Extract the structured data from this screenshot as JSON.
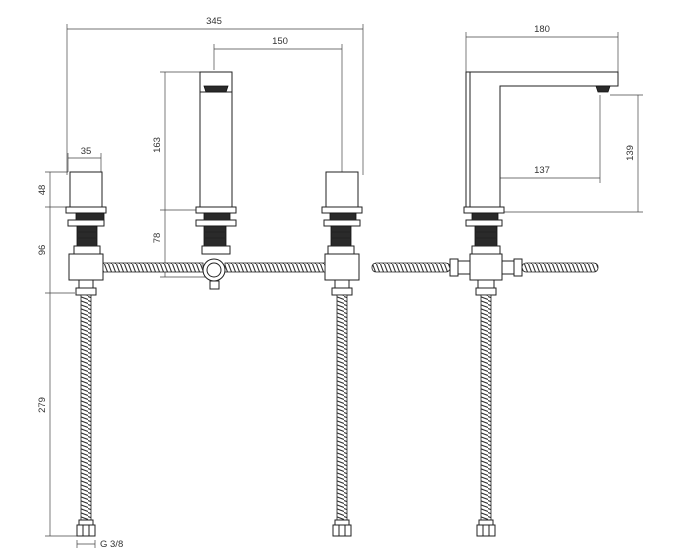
{
  "dimensions": {
    "total_width": "345",
    "center_to_spout": "150",
    "handle_width": "35",
    "handle_height": "48",
    "spout_height": "163",
    "under_deck": "96",
    "spout_base": "78",
    "hose_length": "279",
    "connection": "G 3/8",
    "side_width": "180",
    "side_projection": "137",
    "side_height": "139"
  },
  "colors": {
    "line": "#222222",
    "background": "#ffffff",
    "dark_part": "#2a2a2a"
  }
}
